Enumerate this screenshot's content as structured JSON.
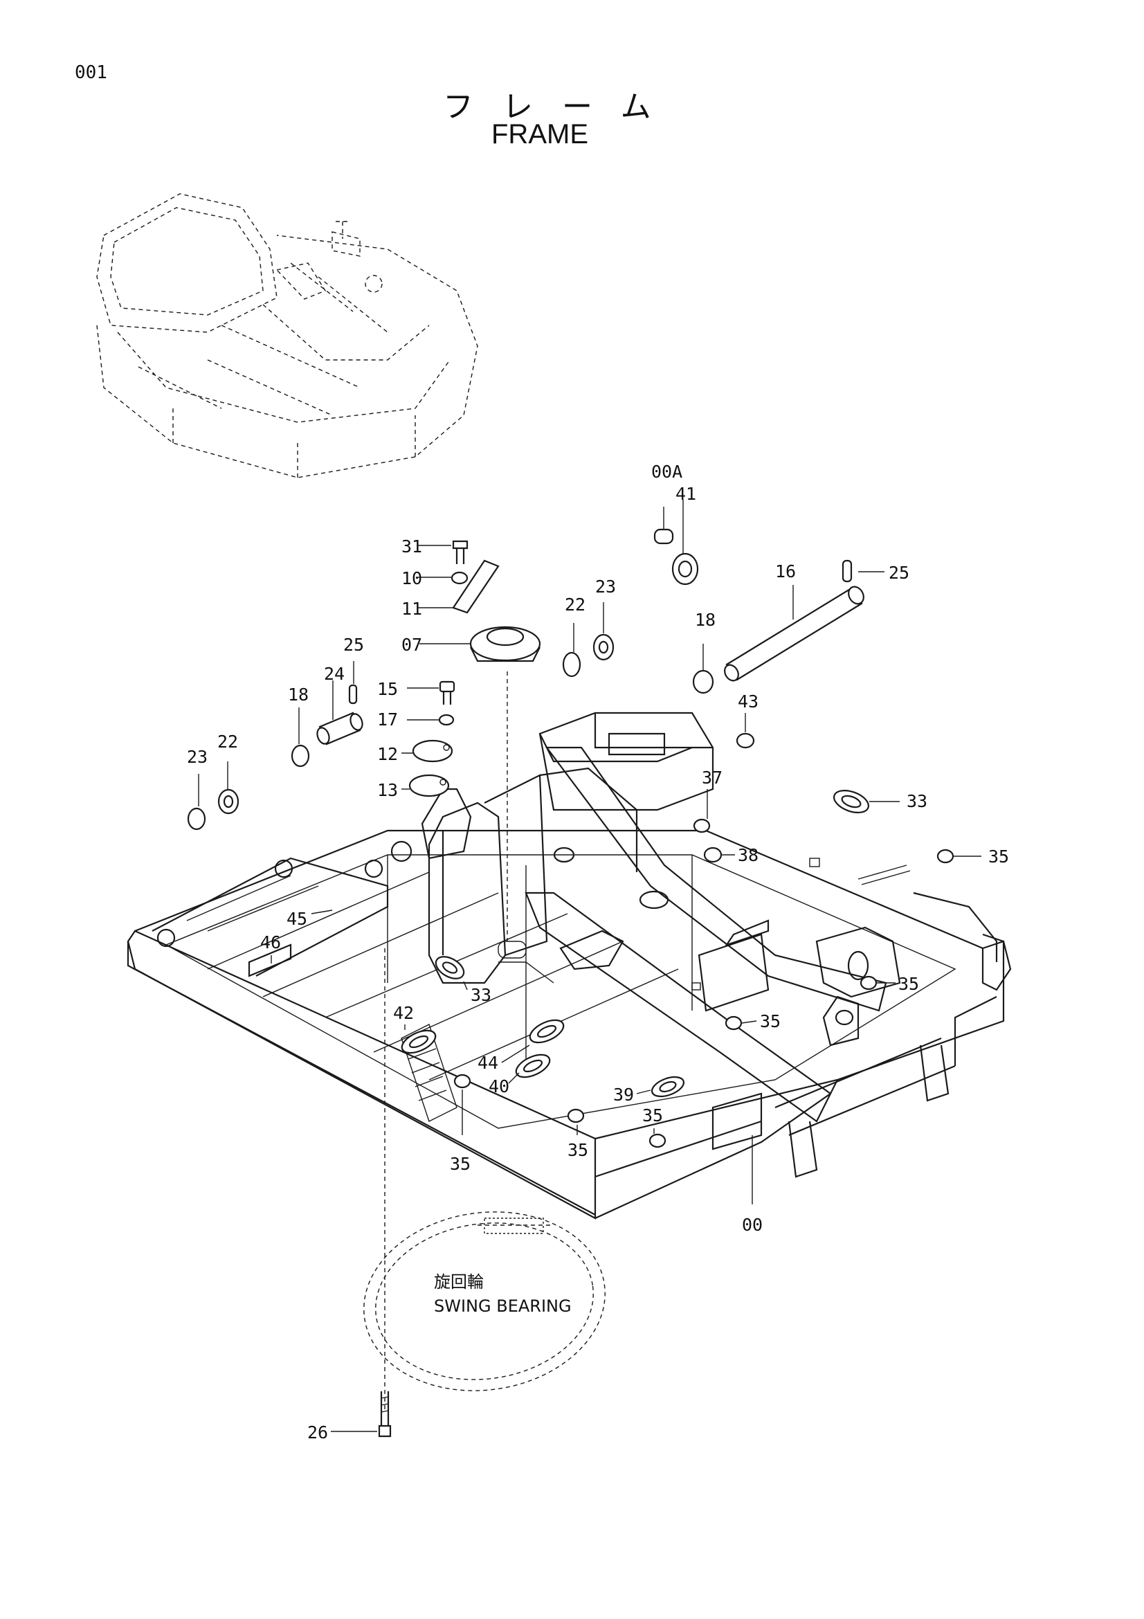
{
  "page_number": "001",
  "title_jp": "フレーム",
  "title_en": "FRAME",
  "bearing": {
    "label_jp": "旋回輪",
    "label_en": "SWING BEARING"
  },
  "callouts": {
    "c00A": "00A",
    "c41": "41",
    "c31": "31",
    "c10": "10",
    "c11": "11",
    "c07": "07",
    "c16": "16",
    "c25a": "25",
    "c22a": "22",
    "c23a": "23",
    "c18a": "18",
    "c25b": "25",
    "c24": "24",
    "c15": "15",
    "c17": "17",
    "c18b": "18",
    "c43": "43",
    "c12": "12",
    "c13": "13",
    "c23b": "23",
    "c22b": "22",
    "c37": "37",
    "c33a": "33",
    "c38": "38",
    "c35a": "35",
    "c45": "45",
    "c46": "46",
    "c33b": "33",
    "c35b": "35",
    "c42": "42",
    "c35c": "35",
    "c44": "44",
    "c40": "40",
    "c39": "39",
    "c35d": "35",
    "c35e": "35",
    "c35f": "35",
    "c00": "00",
    "c26": "26"
  }
}
